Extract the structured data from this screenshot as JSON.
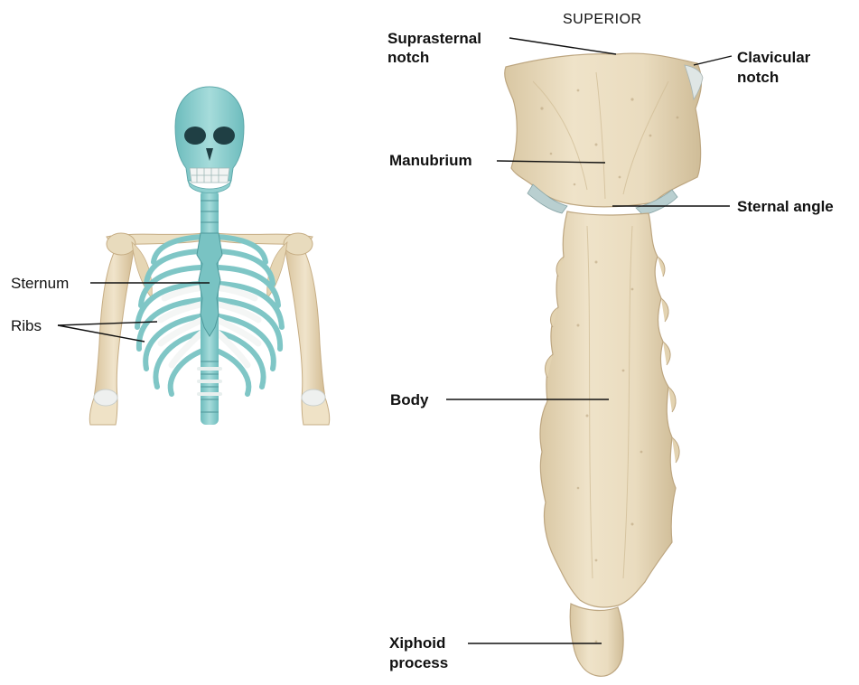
{
  "orientation_label": "SUPERIOR",
  "labels": {
    "sternum": "Sternum",
    "ribs": "Ribs",
    "suprasternal_notch": [
      "Suprasternal",
      "notch"
    ],
    "clavicular_notch": [
      "Clavicular",
      "notch"
    ],
    "manubrium": "Manubrium",
    "sternal_angle": "Sternal angle",
    "body": "Body",
    "xiphoid_process": [
      "Xiphoid",
      "process"
    ]
  },
  "colors": {
    "bone": "#ede0c4",
    "bone_shadow": "#cdb995",
    "highlighted_bone": "#8fd0d0",
    "highlighted_shadow": "#5fa9ab",
    "cartilage": "#f2f4f3",
    "leader_line": "#111111"
  }
}
